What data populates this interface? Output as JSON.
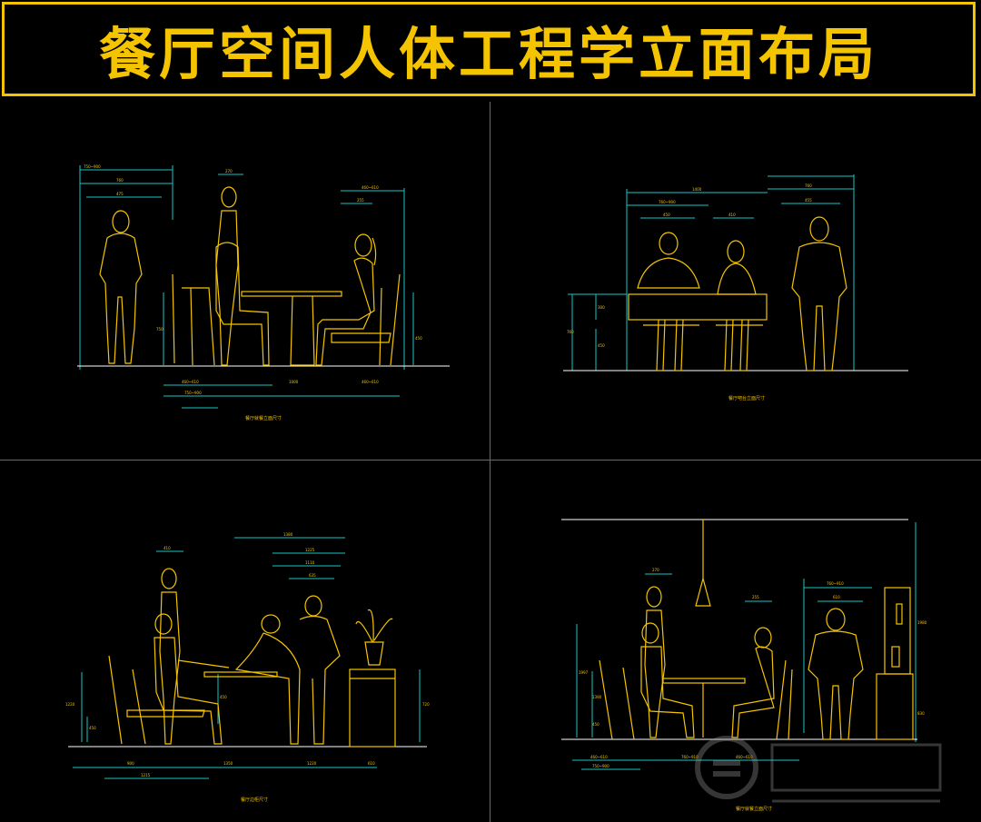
{
  "banner": {
    "title": "餐厅空间人体工程学立面布局"
  },
  "colors": {
    "accent": "#f5c400",
    "figure": "#f5c400",
    "dimension": "#19c6c6",
    "background": "#000000"
  },
  "panels": [
    {
      "id": "top-left",
      "dims_top": [
        "750~900",
        "760",
        "475",
        "270",
        "460~610",
        "255"
      ],
      "dims_bottom": [
        "460~610",
        "1000",
        "460~610",
        "750~900"
      ],
      "dims_side": [
        "750",
        "450"
      ],
      "caption": "餐厅就餐立面尺寸"
    },
    {
      "id": "top-right",
      "dims_top": [
        "1400",
        "760~900",
        "450",
        "410",
        "760",
        "455"
      ],
      "dims_side": [
        "300",
        "760",
        "450"
      ],
      "caption": "餐厅吧台立面尺寸"
    },
    {
      "id": "bottom-left",
      "dims_top": [
        "410",
        "1380",
        "1225",
        "1110",
        "635"
      ],
      "dims_bottom": [
        "900",
        "1350",
        "1220",
        "610",
        "1215"
      ],
      "dims_side": [
        "1220",
        "450",
        "720",
        "450"
      ],
      "caption": "餐厅边柜尺寸"
    },
    {
      "id": "bottom-right",
      "dims_top": [
        "270",
        "255",
        "760~910",
        "610"
      ],
      "dims_bottom": [
        "460~610",
        "760~910",
        "460~610",
        "750~900"
      ],
      "dims_side": [
        "1997",
        "1390",
        "450",
        "1980",
        "830"
      ],
      "caption": "餐厅就餐立面尺寸"
    }
  ]
}
